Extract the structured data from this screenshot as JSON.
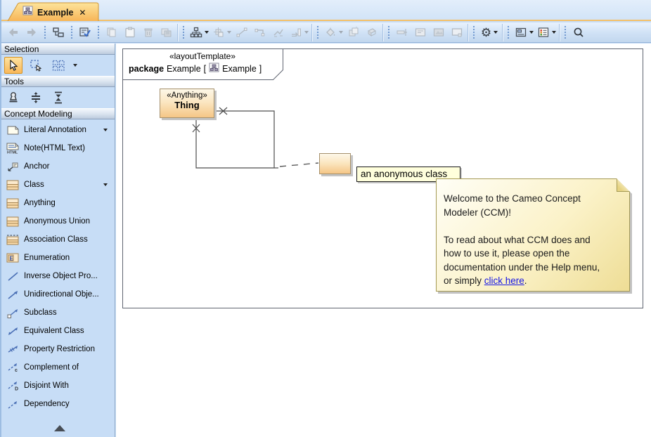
{
  "tab": {
    "label": "Example",
    "close_glyph": "✕",
    "icon": "diagram-icon"
  },
  "toolbar": {
    "buttons": [
      {
        "name": "back",
        "enabled": false
      },
      {
        "name": "forward",
        "enabled": false
      },
      {
        "name": "containment-tree",
        "enabled": true
      },
      {
        "name": "validate-diagram",
        "enabled": true
      },
      {
        "name": "copy",
        "enabled": false
      },
      {
        "name": "paste",
        "enabled": false
      },
      {
        "name": "delete",
        "enabled": false
      },
      {
        "name": "paste-with-format",
        "enabled": false
      },
      {
        "name": "layout-hierarchy",
        "enabled": true,
        "caret": true
      },
      {
        "name": "center-element",
        "enabled": false,
        "caret": true
      },
      {
        "name": "line-style",
        "enabled": false
      },
      {
        "name": "elbow-line",
        "enabled": false
      },
      {
        "name": "oblique-line",
        "enabled": false
      },
      {
        "name": "reroute-path",
        "enabled": false,
        "caret": true
      },
      {
        "name": "fill-color",
        "enabled": false,
        "caret": true
      },
      {
        "name": "bring-to-front",
        "enabled": false
      },
      {
        "name": "clear-formatting",
        "enabled": false
      },
      {
        "name": "resize-width",
        "enabled": false
      },
      {
        "name": "text-box",
        "enabled": false
      },
      {
        "name": "image-shape",
        "enabled": false
      },
      {
        "name": "screen-area",
        "enabled": false
      },
      {
        "name": "settings-gear",
        "enabled": true,
        "caret": true
      },
      {
        "name": "window-layout",
        "enabled": true,
        "caret": true
      },
      {
        "name": "diagram-properties-list",
        "enabled": true,
        "caret": true
      },
      {
        "name": "search-zoom",
        "enabled": true
      }
    ]
  },
  "sidebar": {
    "selection": {
      "header": "Selection",
      "tools": [
        {
          "name": "cursor-tool",
          "selected": true
        },
        {
          "name": "marquee-select-tool",
          "selected": false
        },
        {
          "name": "group-select-tool",
          "selected": false,
          "caret": true
        }
      ]
    },
    "tools": {
      "header": "Tools",
      "tools": [
        {
          "name": "stamp-tool"
        },
        {
          "name": "distribute-vertically-tool"
        },
        {
          "name": "compress-vertically-tool"
        }
      ]
    },
    "concept_modeling": {
      "header": "Concept Modeling",
      "items": [
        {
          "label": "Literal Annotation",
          "icon": "note-icon",
          "caret": true
        },
        {
          "label": "Note(HTML Text)",
          "icon": "html-note-icon"
        },
        {
          "label": "Anchor",
          "icon": "anchor-icon"
        },
        {
          "label": "Class",
          "icon": "class-icon",
          "caret": true
        },
        {
          "label": "Anything",
          "icon": "class-icon"
        },
        {
          "label": "Anonymous Union",
          "icon": "class-icon"
        },
        {
          "label": "Association Class",
          "icon": "association-class-icon"
        },
        {
          "label": "Enumeration",
          "icon": "enumeration-icon"
        },
        {
          "label": "Inverse Object Pro...",
          "icon": "inverse-object-property-icon"
        },
        {
          "label": "Unidirectional Obje...",
          "icon": "unidirectional-object-property-icon"
        },
        {
          "label": "Subclass",
          "icon": "subclass-icon"
        },
        {
          "label": "Equivalent Class",
          "icon": "equivalent-class-icon"
        },
        {
          "label": "Property Restriction",
          "icon": "property-restriction-icon"
        },
        {
          "label": "Complement of",
          "icon": "complement-of-icon"
        },
        {
          "label": "Disjoint With",
          "icon": "disjoint-with-icon"
        },
        {
          "label": "Dependency",
          "icon": "dependency-icon"
        }
      ]
    }
  },
  "diagram": {
    "frame": {
      "stereotype": "«layoutTemplate»",
      "keyword": "package",
      "name": "Example",
      "bracket_open": "[",
      "diagram_ref": "Example",
      "bracket_close": "]"
    },
    "thing_class": {
      "stereotype": "«Anything»",
      "name": "Thing"
    },
    "anonymous_class_label": "an anonymous class",
    "note": {
      "line1": "Welcome to the Cameo Concept",
      "line2": "Modeler (CCM)!",
      "line3": "To read about what CCM does and",
      "line4": "how to use it, please open the",
      "line5": "documentation under the Help menu,",
      "line6_prefix": "or simply ",
      "link": "click here",
      "line6_suffix": "."
    }
  },
  "colors": {
    "active_tab": "#f9c469",
    "toolbar_bg": "#cfe1f5",
    "sidebar_bg": "#c7ddf6",
    "class_fill_top": "#fdf7e8",
    "class_fill_bottom": "#f5c686",
    "note_fill": "#f6e9ae",
    "note_border": "#a59a55",
    "label_fill": "#ffffdc",
    "link_blue": "#1414e6"
  }
}
